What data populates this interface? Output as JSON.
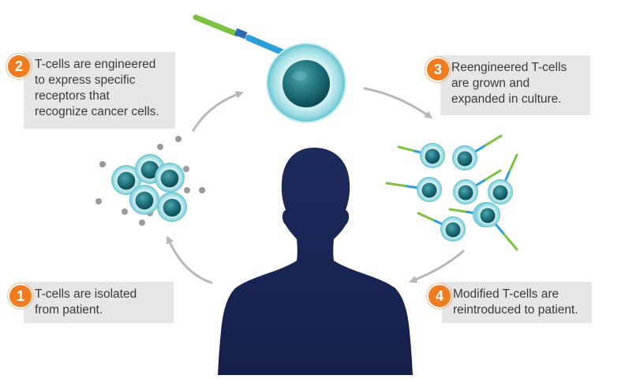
{
  "steps": [
    {
      "number": "1",
      "lines": [
        "T-cells are isolated",
        "from patient."
      ]
    },
    {
      "number": "2",
      "lines": [
        "T-cells are engineered",
        "to express specific",
        "receptors that",
        "recognize cancer cells."
      ]
    },
    {
      "number": "3",
      "lines": [
        "Reengineered T-cells",
        "are grown and",
        "expanded in culture."
      ]
    },
    {
      "number": "4",
      "lines": [
        "Modified T-cells are",
        "reintroduced to patient."
      ]
    }
  ],
  "colors": {
    "badge": "#f07c22",
    "label_bg": "#e6e6e6",
    "arrow": "#b8b8b8",
    "silhouette": "#1c2a5a",
    "cell_outer": "#bfe9ee",
    "cell_nucleus": "#1e6f79",
    "receptor_green": "#7dc242",
    "receptor_blue": "#2b9fd9"
  }
}
